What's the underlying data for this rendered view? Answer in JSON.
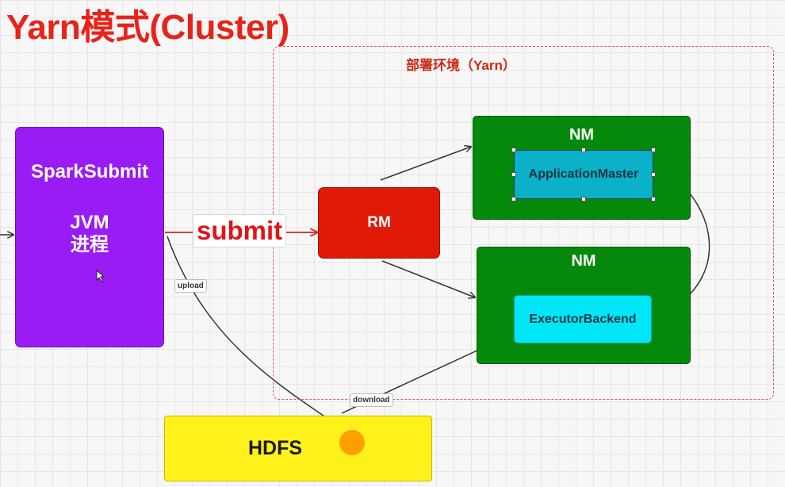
{
  "title": "Yarn模式(Cluster)",
  "environment": {
    "label": "部署环境（Yarn）"
  },
  "nodes": {
    "spark_submit": {
      "line1": "SparkSubmit",
      "line2": "JVM",
      "line3": "进程"
    },
    "rm": {
      "label": "RM"
    },
    "nm_top": {
      "label": "NM"
    },
    "application_master": {
      "label": "ApplicationMaster"
    },
    "nm_bottom": {
      "label": "NM"
    },
    "executor_backend": {
      "label": "ExecutorBackend"
    },
    "hdfs": {
      "label": "HDFS"
    }
  },
  "edges": {
    "submit": {
      "label": "submit"
    },
    "upload": {
      "label": "upload"
    },
    "download": {
      "label": "download"
    }
  },
  "colors": {
    "title": "#e8231a",
    "spark_submit": "#9a1cf5",
    "rm": "#e01a06",
    "nm": "#04890a",
    "application_master": "#0ab1c9",
    "executor_backend": "#00e6f7",
    "hdfs": "#fff21a",
    "hdfs_dot": "#ff9f00"
  },
  "icons": {
    "cursor": "mouse-pointer-icon"
  }
}
